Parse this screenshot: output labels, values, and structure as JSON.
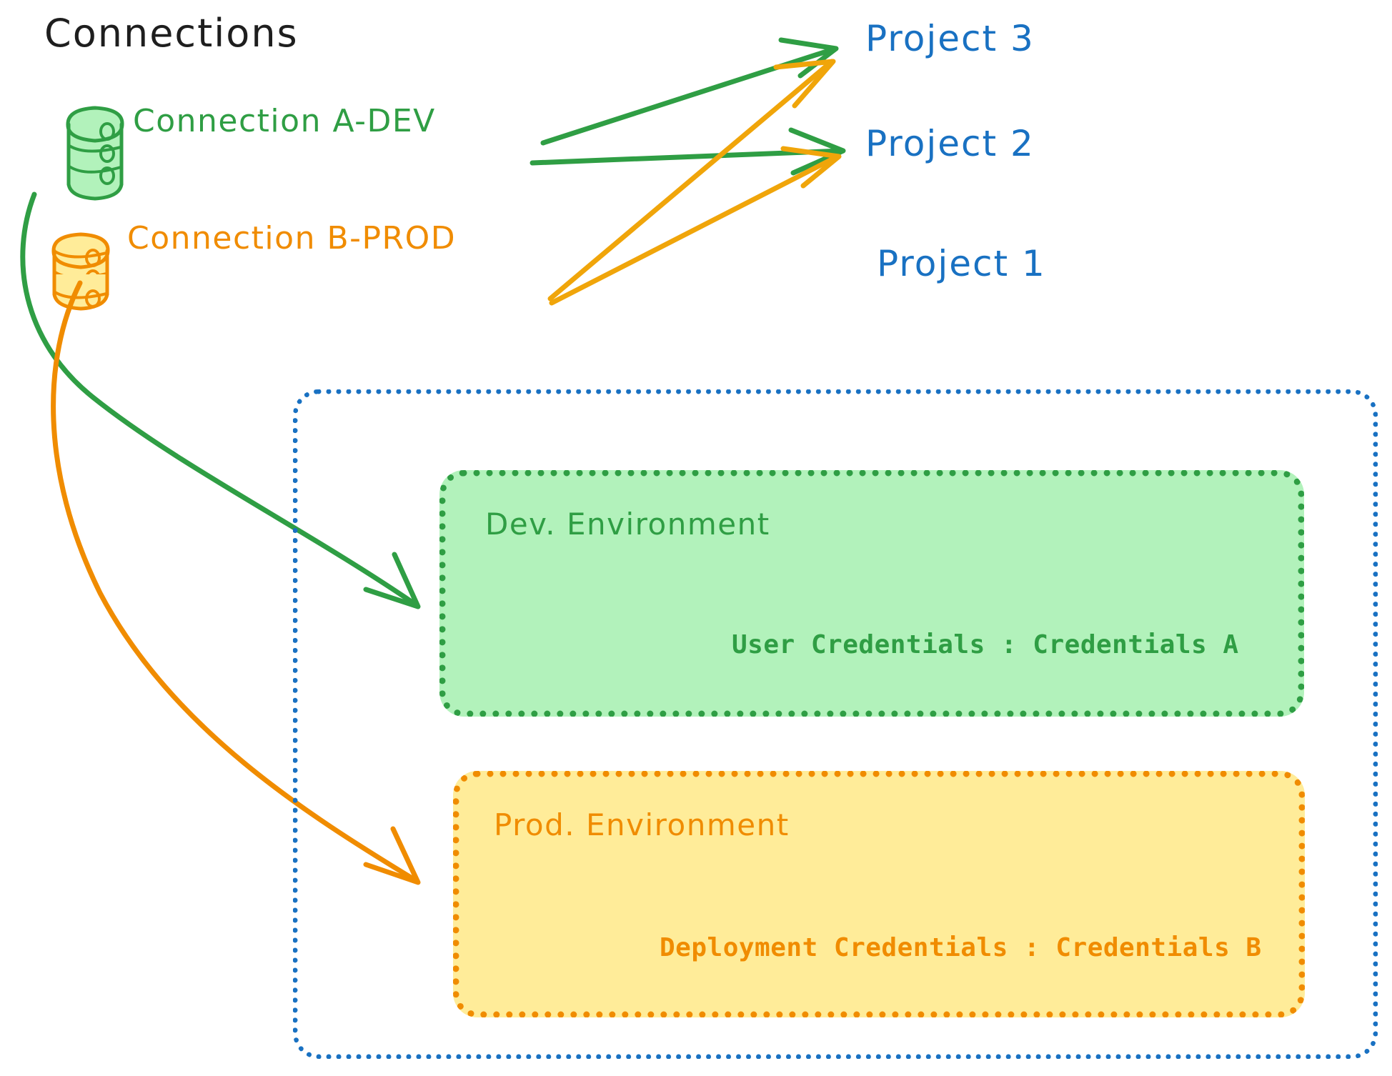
{
  "diagram": {
    "title": "Connections",
    "connections": [
      {
        "id": "a-dev",
        "label": "Connection A-DEV",
        "color": "#2f9e44",
        "icon": "database-icon"
      },
      {
        "id": "b-prod",
        "label": "Connection B-PROD",
        "color": "#f08c00",
        "icon": "database-icon"
      }
    ],
    "projects": [
      {
        "id": "project-3",
        "label": "Project 3",
        "color": "#1971c2"
      },
      {
        "id": "project-2",
        "label": "Project 2",
        "color": "#1971c2"
      },
      {
        "id": "project-1",
        "label": "Project 1",
        "color": "#1971c2"
      }
    ],
    "project1": {
      "border_color": "#1971c2",
      "environments": [
        {
          "id": "dev",
          "title": "Dev. Environment",
          "credentials": "User Credentials : Credentials A",
          "border_color": "#2f9e44",
          "fill_color": "#b2f2bb",
          "text_color": "#2f9e44"
        },
        {
          "id": "prod",
          "title": "Prod. Environment",
          "credentials": "Deployment Credentials : Credentials B",
          "border_color": "#f08c00",
          "fill_color": "#ffec99",
          "text_color": "#f08c00"
        }
      ]
    },
    "edges": [
      {
        "id": "a-dev-to-project-3",
        "from": "a-dev",
        "to": "project-3",
        "color": "#2f9e44"
      },
      {
        "id": "a-dev-to-project-2",
        "from": "a-dev",
        "to": "project-2",
        "color": "#2f9e44"
      },
      {
        "id": "a-dev-to-dev-env",
        "from": "a-dev",
        "to": "dev",
        "color": "#2f9e44"
      },
      {
        "id": "b-prod-to-project-3",
        "from": "b-prod",
        "to": "project-3",
        "color": "#f0a50a"
      },
      {
        "id": "b-prod-to-project-2",
        "from": "b-prod",
        "to": "project-2",
        "color": "#f0a50a"
      },
      {
        "id": "b-prod-to-prod-env",
        "from": "b-prod",
        "to": "prod",
        "color": "#f08c00"
      }
    ],
    "colors": {
      "green_stroke": "#2f9e44",
      "green_fill": "#b2f2bb",
      "orange_stroke": "#f08c00",
      "orange_arrow": "#f0a50a",
      "orange_fill": "#ffec99",
      "blue": "#1971c2",
      "black": "#1e1e1e",
      "background": "#ffffff"
    }
  }
}
